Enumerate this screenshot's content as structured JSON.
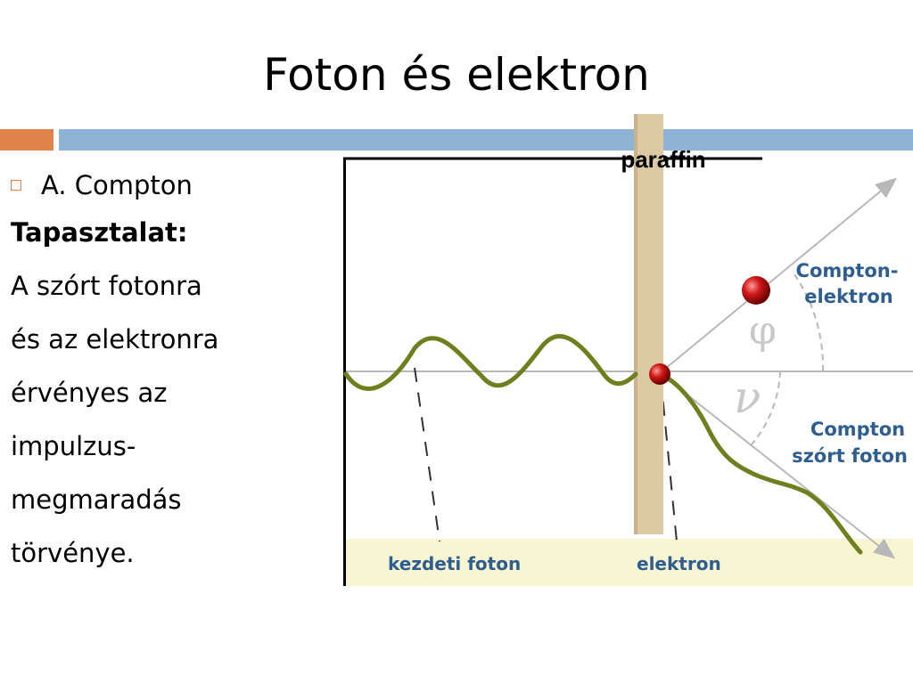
{
  "slide": {
    "title": "Foton és elektron",
    "accent_colors": {
      "orange": "#E0834A",
      "blue": "#8FB3D4"
    }
  },
  "content": {
    "bullet": "A. Compton",
    "heading": "Tapasztalat:",
    "lines": [
      "A szórt fotonra",
      "és az elektronra",
      "érvényes az",
      "impulzus-",
      "megmaradás",
      "törvénye."
    ]
  },
  "diagram": {
    "paraffin_label": "paraffin",
    "phi_symbol": "φ",
    "nu_symbol": "ν",
    "compton_electron": [
      "Compton-",
      "elektron"
    ],
    "compton_photon": [
      "Compton",
      "szórt foton"
    ],
    "initial_photon_label": "kezdeti foton",
    "electron_label": "elektron",
    "colors": {
      "wave": "#6E7F1E",
      "particle": "#D01818",
      "slab": "#DCC8A2",
      "bottom_band": "#F8F5D2",
      "label_blue": "#2E5E8F"
    }
  }
}
